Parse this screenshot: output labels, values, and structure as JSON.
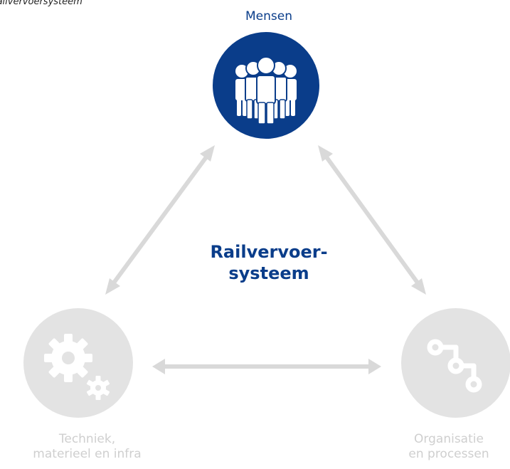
{
  "caption": "…t railvervoersysteem",
  "center": {
    "line1": "Railvervoer-",
    "line2": "systeem"
  },
  "nodes": {
    "top": {
      "label": "Mensen",
      "icon": "people-group-icon"
    },
    "left": {
      "label_line1": "Techniek,",
      "label_line2": "materieel en infra",
      "icon": "gears-icon"
    },
    "right": {
      "label_line1": "Organisatie",
      "label_line2": "en processen",
      "icon": "process-flow-icon"
    }
  },
  "colors": {
    "accent": "#0a3d8a",
    "inactive": "#d9d9d9",
    "inactive_text": "#cfcfcf"
  }
}
